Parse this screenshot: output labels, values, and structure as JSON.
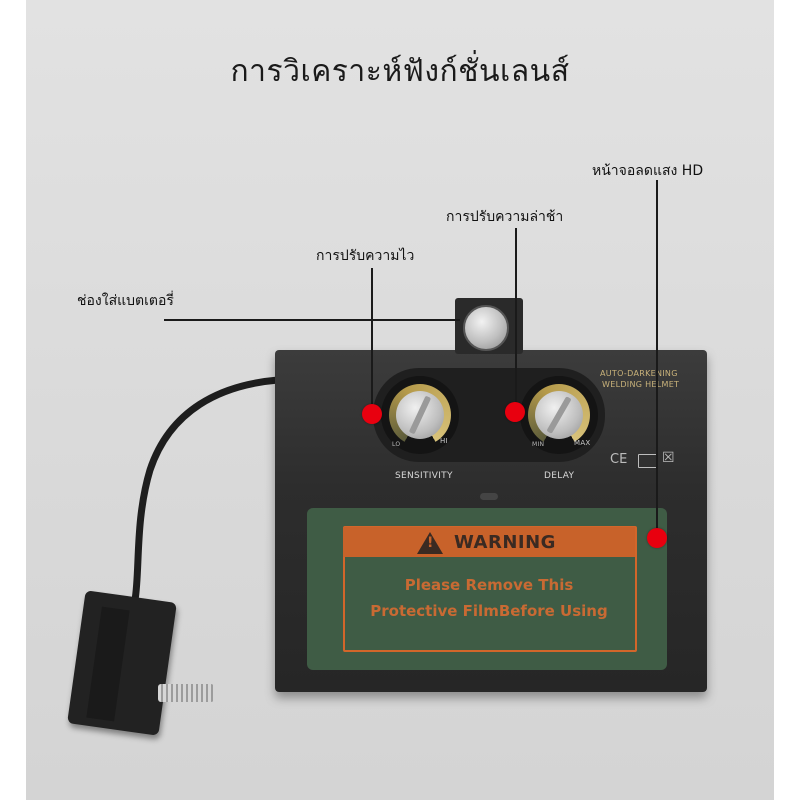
{
  "title": "การวิเคราะห์ฟังก์ชั่นเลนส์",
  "callouts": {
    "battery": "ช่องใส่แบตเตอรี่",
    "sensitivity": "การปรับความไว",
    "delay": "การปรับความล่าช้า",
    "hd_screen": "หน้าจอลดแสง HD"
  },
  "device": {
    "brand_line1": "AUTO-DARKENING",
    "brand_line2": "WELDING HELMET",
    "sensitivity_label": "SENSITIVITY",
    "delay_label": "DELAY",
    "sens_lo": "LO",
    "sens_hi": "HI",
    "delay_min": "MIN",
    "delay_max": "MAX",
    "cert_marks": "CE"
  },
  "warning": {
    "heading": "WARNING",
    "line1": "Please Remove This",
    "line2": "Protective FilmBefore Using"
  },
  "colors": {
    "callout_dot": "#e8000f",
    "lens_green": "#3f5c45",
    "warning_orange": "#c8622a"
  }
}
